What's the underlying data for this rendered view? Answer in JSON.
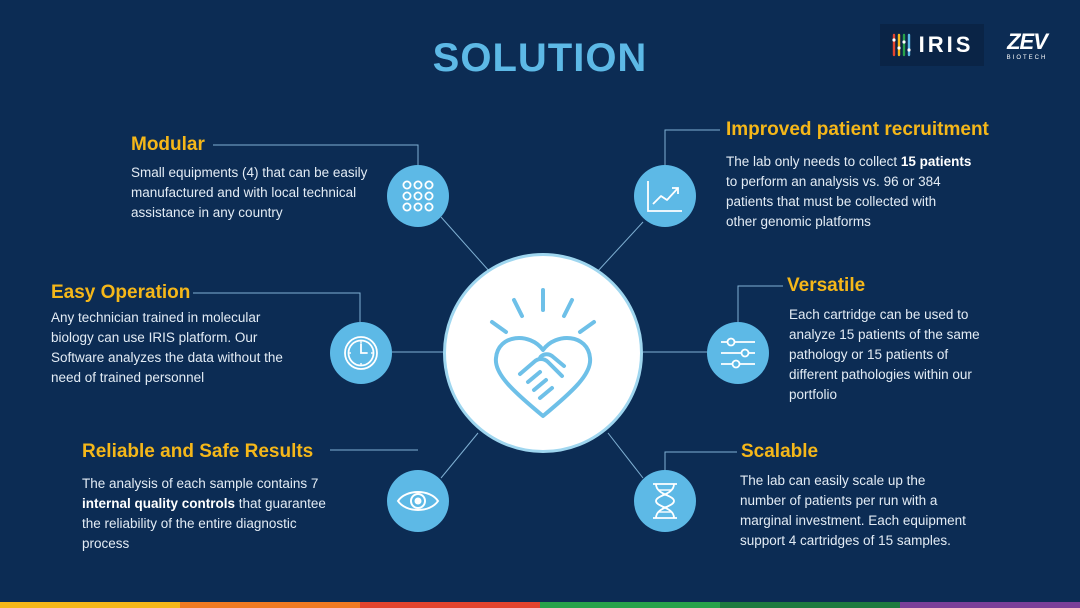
{
  "title": "SOLUTION",
  "logos": {
    "iris": "IRIS",
    "zev": "ZEV",
    "zev_sub": "BIOTECH"
  },
  "features": {
    "modular": {
      "heading": "Modular",
      "line1": "Small equipments (4) that can be easily",
      "line2": "manufactured and with local technical",
      "line3": "assistance in any country",
      "icon": "grid-dots-icon"
    },
    "easy": {
      "heading": "Easy Operation",
      "line1": "Any technician trained in molecular",
      "line2": "biology can use IRIS platform. Our",
      "line3": "Software analyzes the data without the",
      "line4": "need of trained personnel",
      "icon": "clock-icon"
    },
    "reliable": {
      "heading": "Reliable and Safe Results",
      "line1": "The analysis of each sample contains 7",
      "line2_bold": "internal quality controls",
      "line2_rest": " that guarantee",
      "line3": "the reliability of the entire diagnostic",
      "line4": "process",
      "icon": "eye-icon"
    },
    "improved": {
      "heading": "Improved patient recruitment",
      "line1_pre": "The lab only needs to collect ",
      "line1_bold": "15 patients",
      "line2": "to perform an analysis vs. 96 or 384",
      "line3": "patients that must be collected with",
      "line4": "other genomic platforms",
      "icon": "trend-chart-icon"
    },
    "versatile": {
      "heading": "Versatile",
      "line1": "Each cartridge can be used to",
      "line2": "analyze 15 patients of the same",
      "line3": "pathology or 15 patients of",
      "line4": "different pathologies within our",
      "line5": "portfolio",
      "icon": "sliders-icon"
    },
    "scalable": {
      "heading": "Scalable",
      "line1": "The lab can easily scale up the",
      "line2": "number of patients per run with a",
      "line3": "marginal investment. Each equipment",
      "line4": "support 4 cartridges of 15 samples.",
      "icon": "hourglass-dna-icon"
    }
  },
  "center_icon": "heart-handshake-icon",
  "colors": {
    "background": "#0c2c54",
    "title": "#5db9e6",
    "heading": "#f5b719",
    "icon_circle": "#5db9e6",
    "bottom_bar": [
      "#f5b719",
      "#f07a22",
      "#e3442e",
      "#27a24a",
      "#1d7a3e",
      "#7b3f98"
    ]
  }
}
